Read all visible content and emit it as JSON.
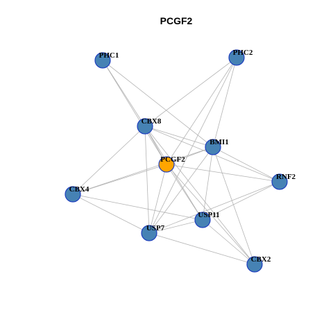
{
  "title": "PCGF2",
  "colors": {
    "node_fill": "#4682b4",
    "node_stroke": "#1f3fbf",
    "center_fill": "#ffa500",
    "center_stroke": "#1f3fbf",
    "edge": "#b4b4b4"
  },
  "nodes": [
    {
      "id": "PHC1",
      "label": "PHC1",
      "center": false
    },
    {
      "id": "PHC2",
      "label": "PHC2",
      "center": false
    },
    {
      "id": "CBX8",
      "label": "CBX8",
      "center": false
    },
    {
      "id": "BMI1",
      "label": "BMI1",
      "center": false
    },
    {
      "id": "PCGF2",
      "label": "PCGF2",
      "center": true
    },
    {
      "id": "RNF2",
      "label": "RNF2",
      "center": false
    },
    {
      "id": "CBX4",
      "label": "CBX4",
      "center": false
    },
    {
      "id": "USP11",
      "label": "USP11",
      "center": false
    },
    {
      "id": "USP7",
      "label": "USP7",
      "center": false
    },
    {
      "id": "CBX2",
      "label": "CBX2",
      "center": false
    }
  ],
  "edges": [
    [
      "PHC1",
      "CBX8"
    ],
    [
      "PHC1",
      "PCGF2"
    ],
    [
      "PHC1",
      "BMI1"
    ],
    [
      "PHC2",
      "CBX8"
    ],
    [
      "PHC2",
      "PCGF2"
    ],
    [
      "PHC2",
      "BMI1"
    ],
    [
      "PHC2",
      "USP7"
    ],
    [
      "CBX8",
      "BMI1"
    ],
    [
      "CBX8",
      "PCGF2"
    ],
    [
      "CBX8",
      "RNF2"
    ],
    [
      "CBX8",
      "CBX4"
    ],
    [
      "CBX8",
      "USP7"
    ],
    [
      "CBX8",
      "USP11"
    ],
    [
      "CBX8",
      "CBX2"
    ],
    [
      "BMI1",
      "PCGF2"
    ],
    [
      "BMI1",
      "RNF2"
    ],
    [
      "BMI1",
      "CBX4"
    ],
    [
      "BMI1",
      "USP11"
    ],
    [
      "BMI1",
      "USP7"
    ],
    [
      "BMI1",
      "CBX2"
    ],
    [
      "PCGF2",
      "RNF2"
    ],
    [
      "PCGF2",
      "CBX4"
    ],
    [
      "PCGF2",
      "USP11"
    ],
    [
      "PCGF2",
      "USP7"
    ],
    [
      "PCGF2",
      "CBX2"
    ],
    [
      "RNF2",
      "USP11"
    ],
    [
      "RNF2",
      "USP7"
    ],
    [
      "CBX4",
      "USP11"
    ],
    [
      "CBX4",
      "USP7"
    ],
    [
      "USP11",
      "USP7"
    ],
    [
      "USP11",
      "CBX2"
    ],
    [
      "USP7",
      "CBX2"
    ]
  ]
}
